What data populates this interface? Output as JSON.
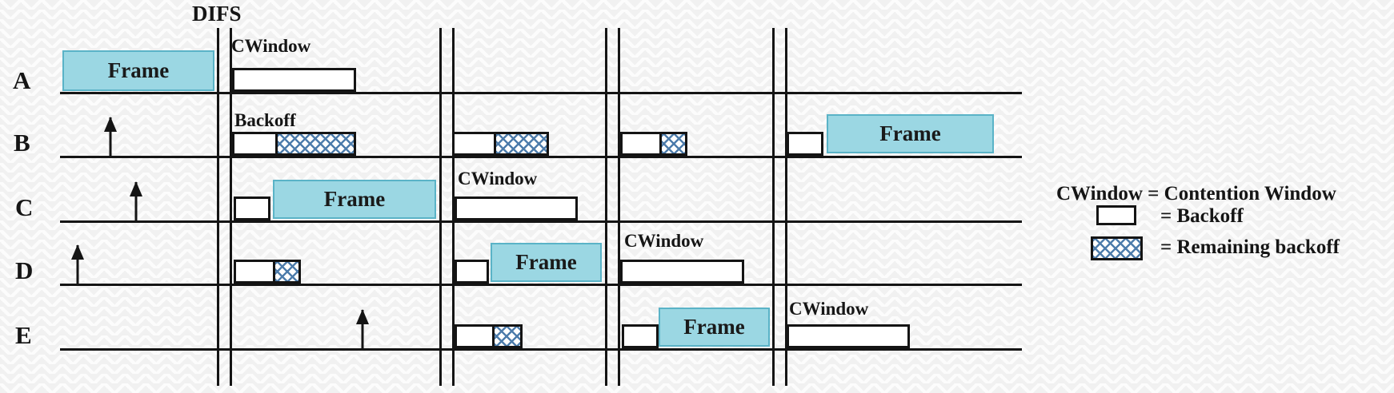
{
  "difs_label": "DIFS",
  "stations": [
    {
      "label": "A",
      "frame_label": "Frame",
      "cwindow_label": "CWindow"
    },
    {
      "label": "B",
      "backoff_label": "Backoff",
      "frame_label": "Frame"
    },
    {
      "label": "C",
      "frame_label": "Frame",
      "cwindow_label": "CWindow"
    },
    {
      "label": "D",
      "frame_label": "Frame",
      "cwindow_label": "CWindow"
    },
    {
      "label": "E",
      "frame_label": "Frame",
      "cwindow_label": "CWindow"
    }
  ],
  "legend": {
    "contention_window": "CWindow = Contention Window",
    "backoff": "= Backoff",
    "remaining_backoff": "= Remaining backoff"
  },
  "colors": {
    "frame_fill": "#9bd7e3",
    "hatch_blue": "#4d7cab",
    "line_black": "#141414"
  }
}
